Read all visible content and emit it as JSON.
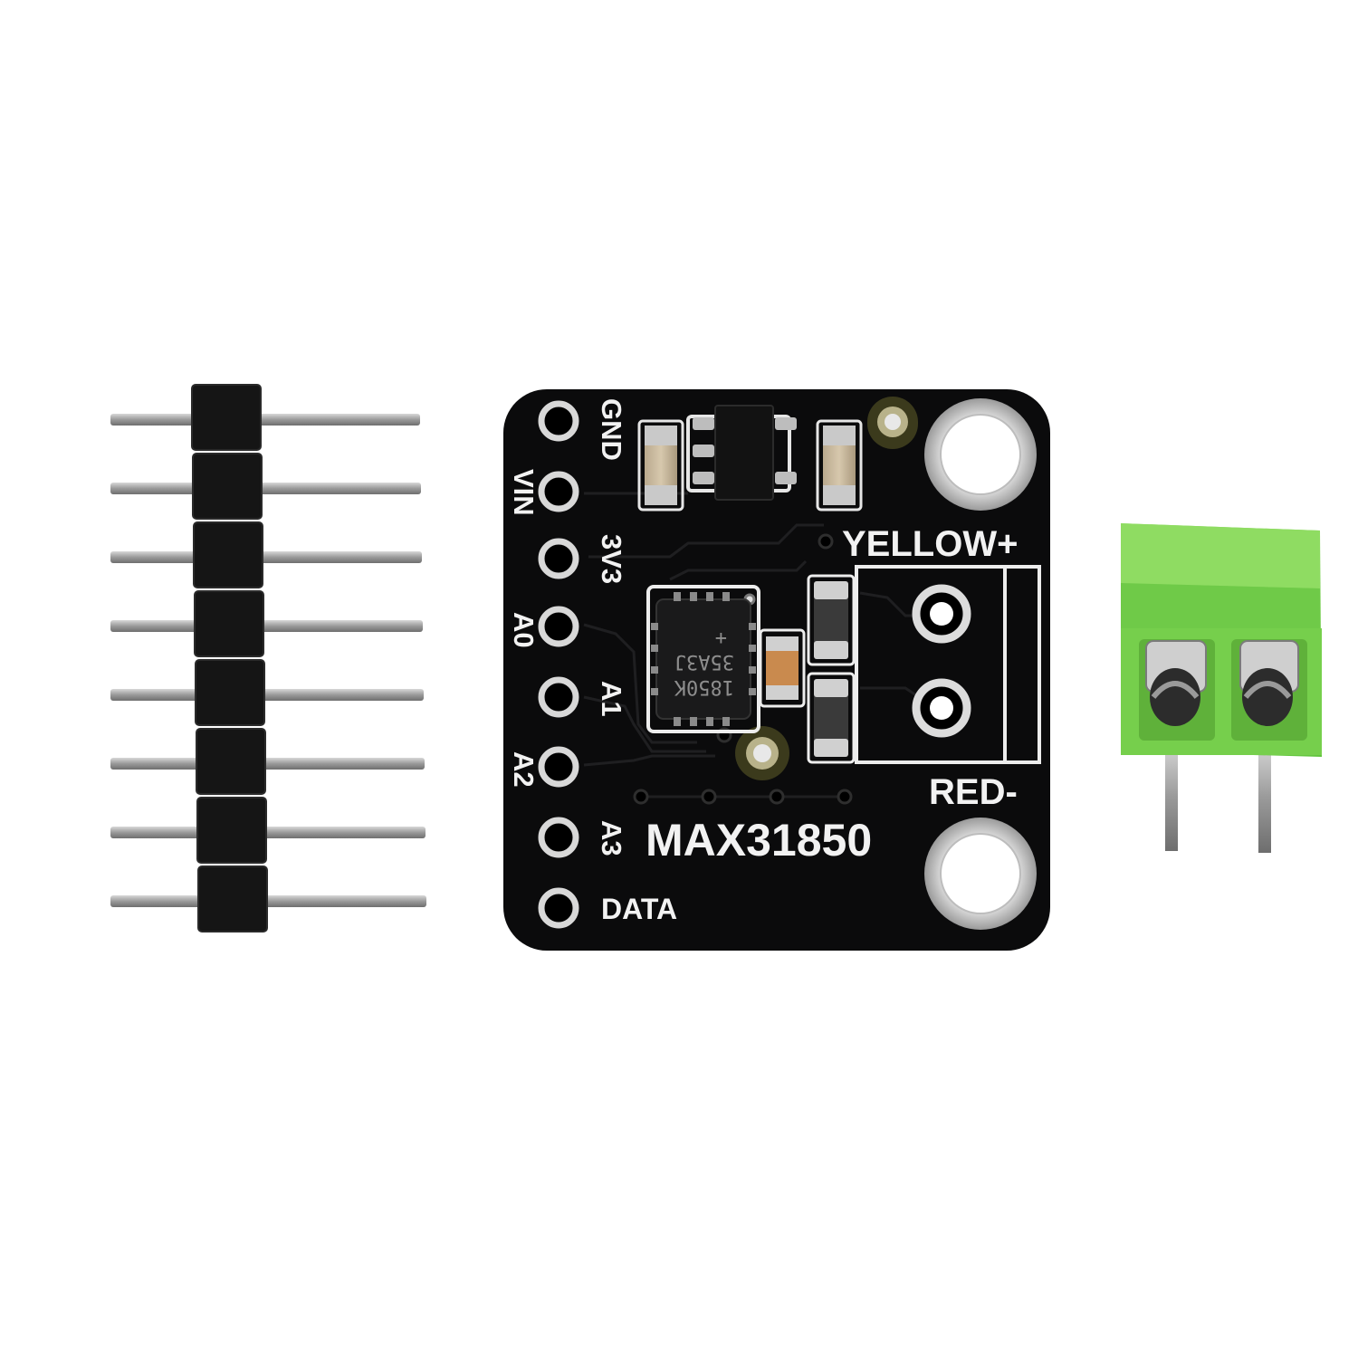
{
  "board": {
    "title": "MAX31850",
    "pins": {
      "gnd": "GND",
      "vin": "VIN",
      "v3": "3V3",
      "a0": "A0",
      "a1": "A1",
      "a2": "A2",
      "a3": "A3",
      "data": "DATA"
    },
    "terminal_plus": "YELLOW+",
    "terminal_minus": "RED-",
    "chip_lines": [
      "1850K",
      "35A3J",
      "+"
    ]
  },
  "colors": {
    "background": "#ffffff",
    "pcb": "#0b0b0c",
    "silkscreen": "#f2f2f2",
    "terminal_block": "#7ed957",
    "header_plastic": "#151515",
    "pin_metal": "#a9a9a9"
  },
  "header": {
    "pin_count": 8
  }
}
